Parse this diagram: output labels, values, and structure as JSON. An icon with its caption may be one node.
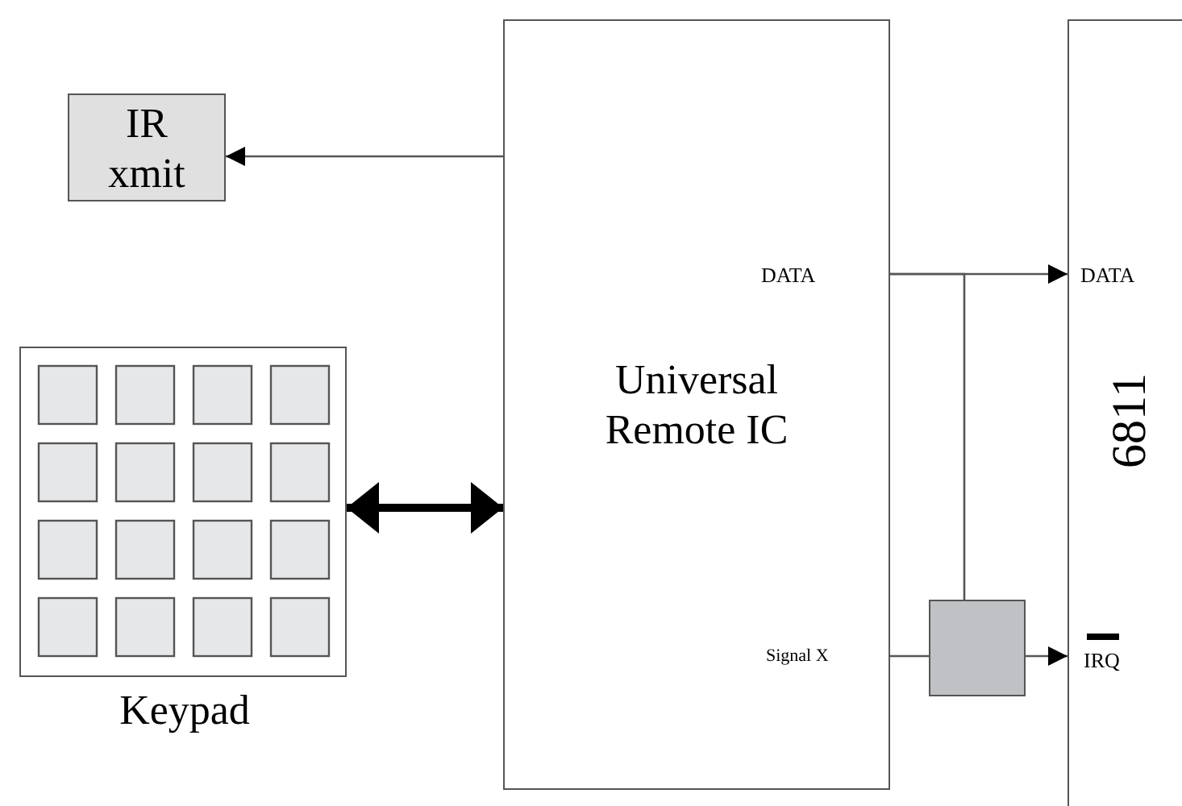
{
  "diagram": {
    "nodes": [
      {
        "text": [
          "IR xmit"
        ]
      },
      {
        "text": [
          "Keypad"
        ]
      },
      {
        "text": [
          "Universal Remote IC"
        ]
      },
      {
        "text": [
          "6811"
        ]
      },
      {
        "text": [],
        "shape": "box"
      }
    ],
    "edges": [
      {
        "from": 2,
        "to": 0,
        "arrow": "to"
      },
      {
        "from": 1,
        "to": 2,
        "arrow": "both",
        "style": "thick"
      },
      {
        "from": 2,
        "to": 3,
        "arrow": "to"
      },
      {
        "from": 2,
        "to": 4,
        "arrow": "none"
      },
      {
        "from": 2,
        "to": 4,
        "arrow": "none"
      },
      {
        "from": 4,
        "to": 3,
        "arrow": "to"
      }
    ],
    "labels": [
      "DATA",
      "Signal X",
      "DATA",
      "IRQ"
    ]
  }
}
